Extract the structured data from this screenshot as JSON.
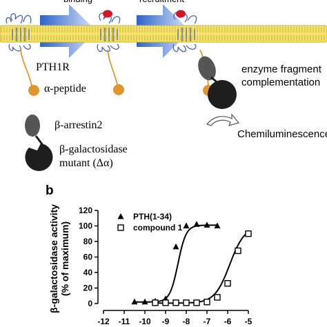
{
  "schematic": {
    "step_labels": [
      "binding",
      "recruitment"
    ],
    "receptor_label": "PTH1R",
    "peptide_label": "α-peptide",
    "arrestin_label": "β-arrestin2",
    "galactosidase_label_line1": "β-galactosidase",
    "galactosidase_label_line2": "mutant (Δα)",
    "complementation_line1": "enzyme fragment",
    "complementation_line2": "complementation",
    "readout_label": "Chemiluminescence",
    "colors": {
      "membrane_fill": "#f4e26a",
      "membrane_stroke": "#c9b43a",
      "arrow_dark": "#2f63c8",
      "arrow_light": "#dce8fb",
      "peptide_orange": "#df962e",
      "ligand_red": "#d0182b",
      "receptor_blue": "#4b63b3",
      "arrestin_gray": "#555555",
      "enzyme_black": "#1e1e1e"
    }
  },
  "panel_label": "b",
  "chart_data": {
    "type": "scatter",
    "xlabel": "",
    "ylabel_line1": "β-galactosidase activity",
    "ylabel_line2": "(% of maximum)",
    "xlim": [
      -12,
      -5
    ],
    "ylim": [
      0,
      120
    ],
    "x_ticks": [
      -12,
      -11,
      -10,
      -9,
      -8,
      -7,
      -6,
      -5
    ],
    "y_ticks": [
      0,
      20,
      40,
      60,
      80,
      100,
      120
    ],
    "legend_position": "top-right",
    "series": [
      {
        "name": "PTH(1-34)",
        "marker": "triangle-filled",
        "x": [
          -10.5,
          -10.0,
          -9.5,
          -9.0,
          -8.5,
          -8.0,
          -7.5,
          -7.0,
          -6.5
        ],
        "y": [
          2,
          2,
          3,
          6,
          73,
          100,
          102,
          101,
          100
        ],
        "fit": {
          "bottom": 2,
          "top": 101,
          "log_ec50": -8.4,
          "hill": 2.2
        }
      },
      {
        "name": "compound 1",
        "marker": "square-open",
        "x": [
          -9.5,
          -9.0,
          -8.5,
          -8.0,
          -7.5,
          -7.0,
          -6.5,
          -6.0,
          -5.5,
          -5.0
        ],
        "y": [
          1,
          1,
          1,
          1,
          1,
          2,
          8,
          26,
          68,
          90
        ],
        "fit": {
          "bottom": 0.5,
          "top": 100,
          "log_ec50": -5.9,
          "hill": 1.2
        }
      }
    ]
  }
}
